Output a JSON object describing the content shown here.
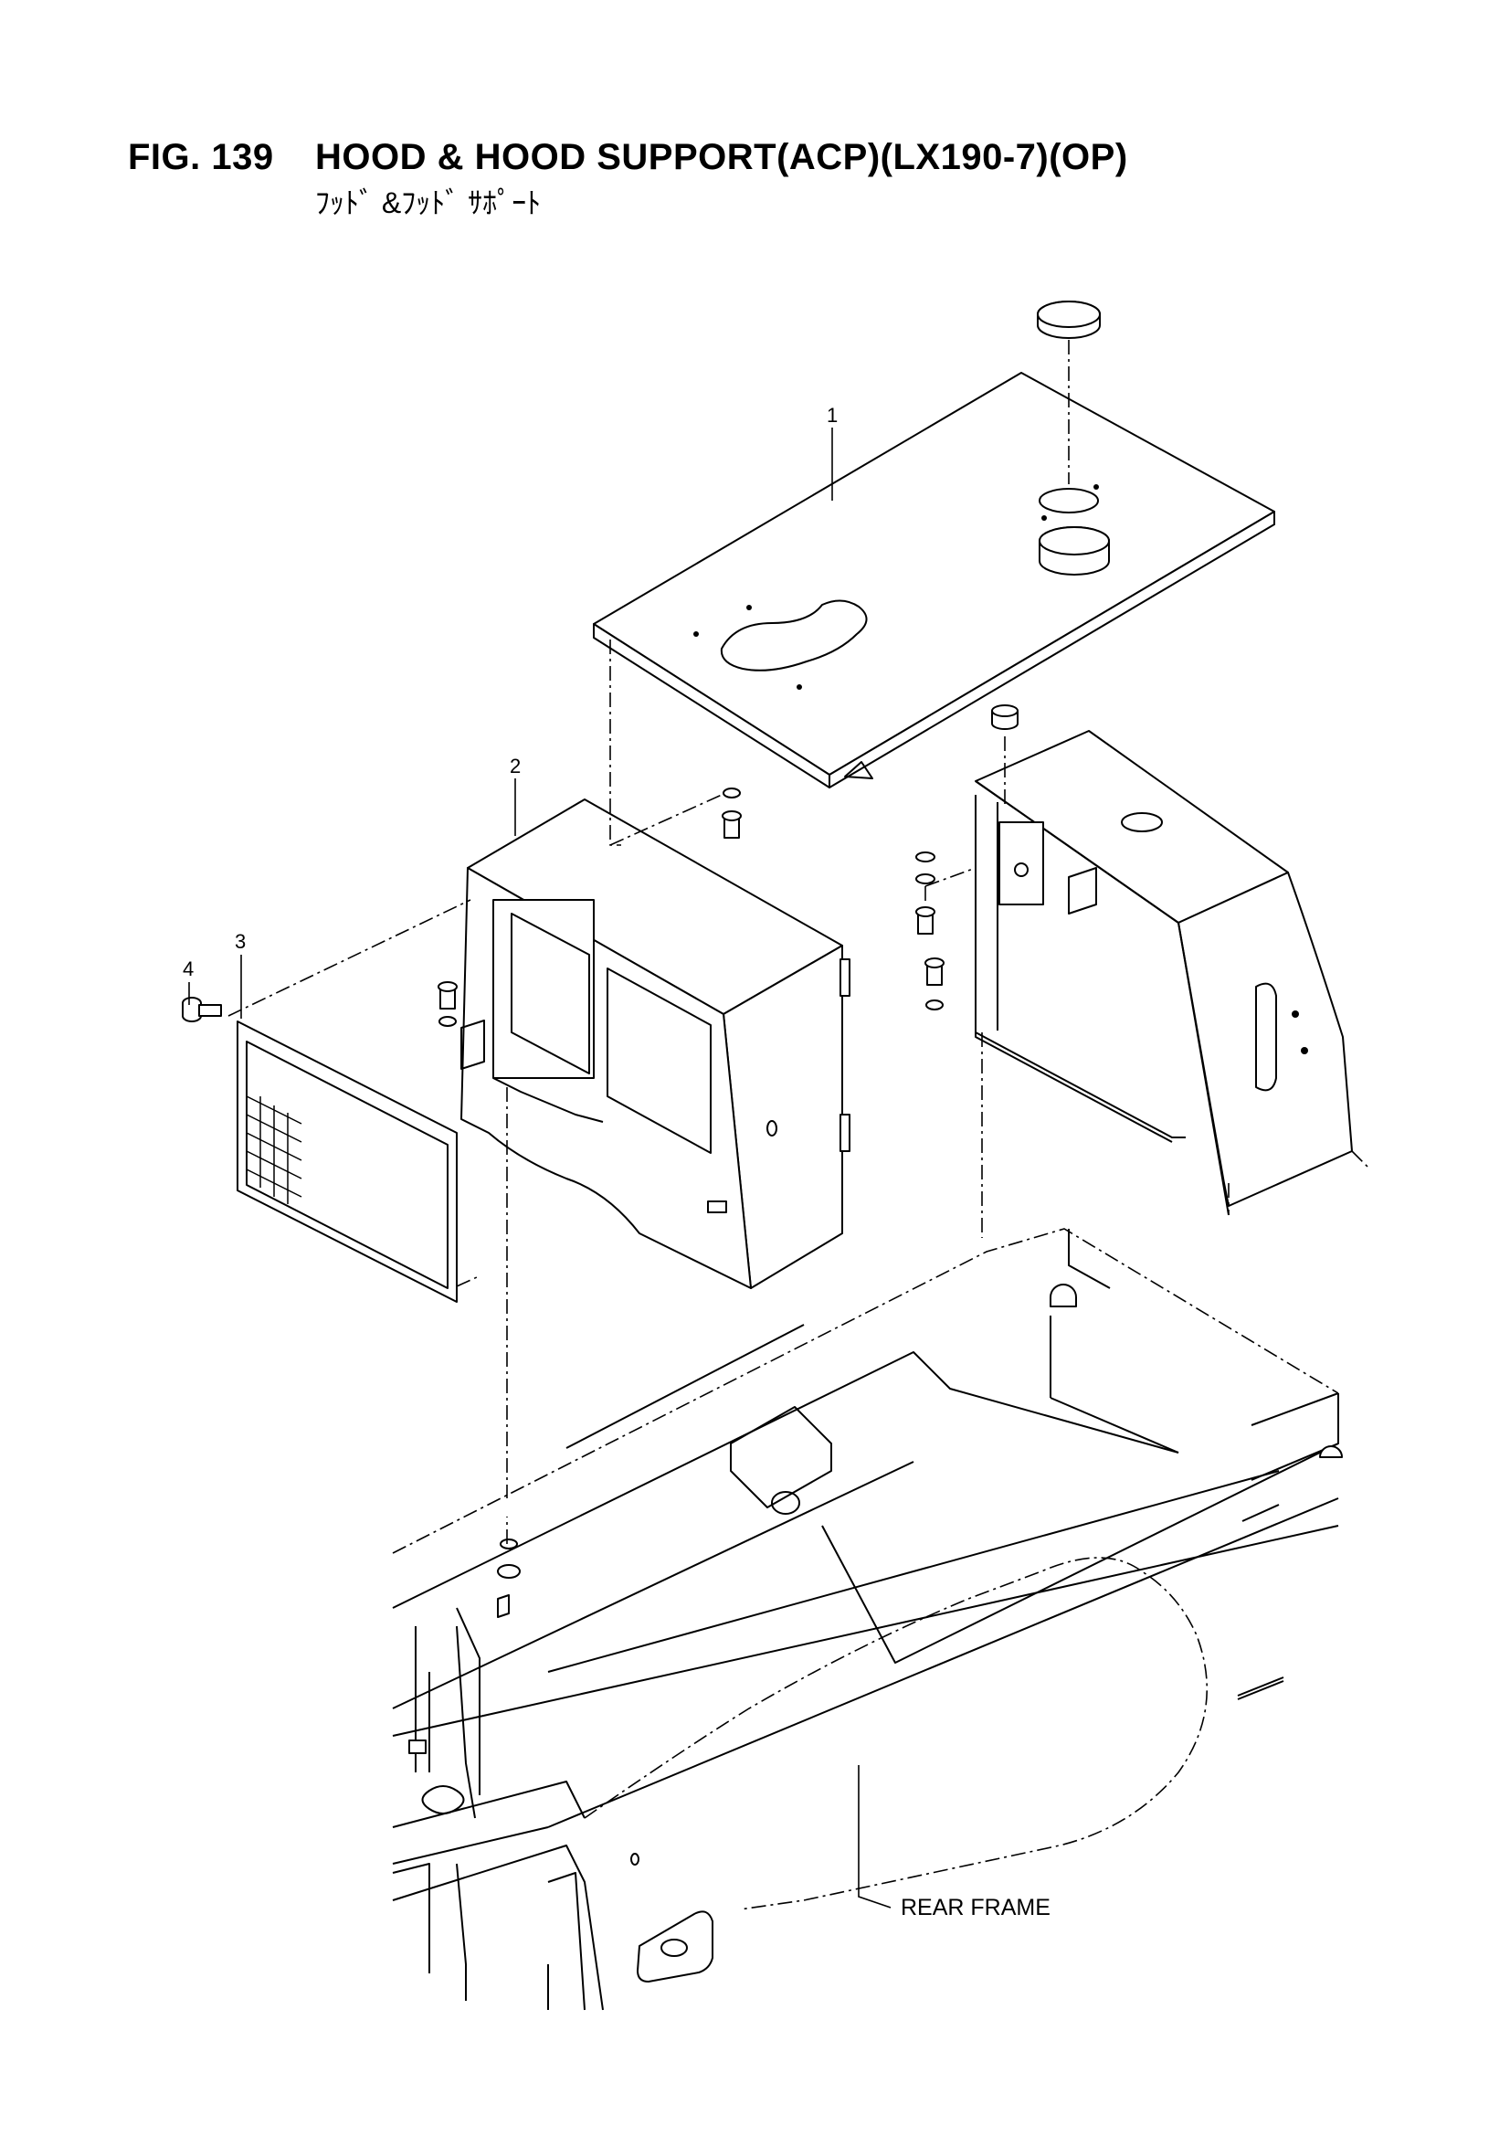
{
  "figure": {
    "number": "FIG. 139",
    "title": "HOOD & HOOD SUPPORT(ACP)(LX190-7)(OP)",
    "subtitle_jp": "ﾌｯﾄﾞ &ﾌｯﾄﾞ ｻﾎﾟｰﾄ"
  },
  "callouts": [
    "1",
    "2",
    "3",
    "4"
  ],
  "labels": {
    "rear_frame": "REAR FRAME"
  }
}
